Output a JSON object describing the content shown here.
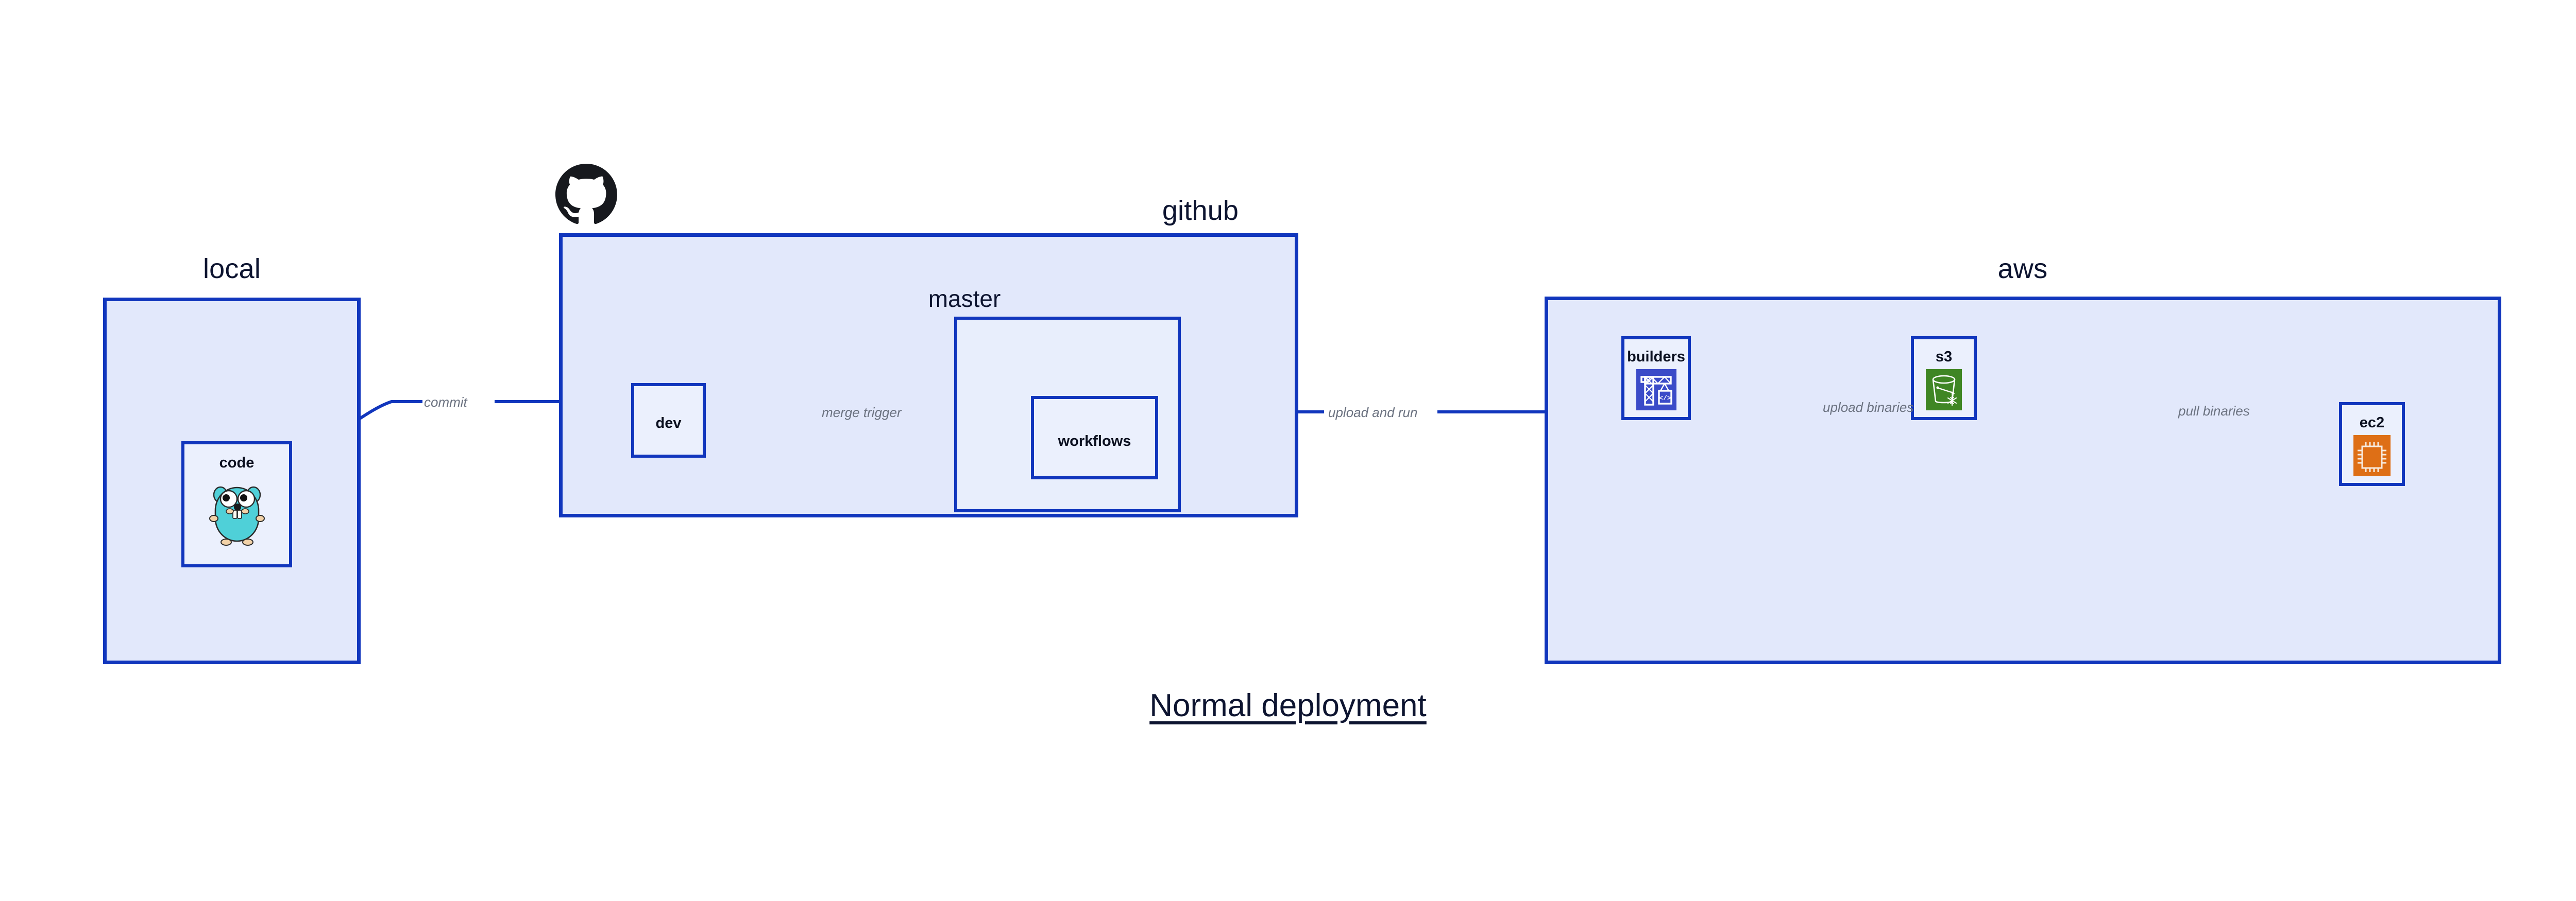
{
  "diagram": {
    "title": "Normal deployment",
    "background": "#ffffff",
    "accent_border": "#1136bd",
    "group_fill": "#e2e8fb",
    "node_fill": "#ebf0fd",
    "label_color": "#0d1430",
    "edge_label_color": "#6b7280"
  },
  "groups": [
    {
      "id": "local",
      "label": "local",
      "nodes": [
        {
          "id": "code",
          "label": "code",
          "icon": "go-gopher-icon"
        }
      ]
    },
    {
      "id": "github",
      "label": "github",
      "logo": "github-octocat-logo",
      "nodes": [
        {
          "id": "dev",
          "label": "dev",
          "icon": "none"
        }
      ],
      "subgroups": [
        {
          "id": "master",
          "label": "master",
          "nodes": [
            {
              "id": "workflows",
              "label": "workflows",
              "icon": "none"
            }
          ]
        }
      ]
    },
    {
      "id": "aws",
      "label": "aws",
      "nodes": [
        {
          "id": "builders",
          "label": "builders",
          "icon": "aws-codebuild-crane-icon",
          "icon_color": "#3b4bc8"
        },
        {
          "id": "s3",
          "label": "s3",
          "icon": "aws-s3-bucket-icon",
          "icon_color": "#3f8624"
        },
        {
          "id": "ec2",
          "label": "ec2",
          "icon": "aws-ec2-chip-icon",
          "icon_color": "#de6f16"
        }
      ]
    }
  ],
  "edges": [
    {
      "id": "commit",
      "label": "commit",
      "from": "code",
      "to": "dev"
    },
    {
      "id": "merge-trigger",
      "label": "merge trigger",
      "from": "dev",
      "to": "workflows"
    },
    {
      "id": "upload-and-run",
      "label": "upload and run",
      "from": "workflows",
      "to": "builders"
    },
    {
      "id": "upload-binaries",
      "label": "upload binaries",
      "from": "builders",
      "to": "s3"
    },
    {
      "id": "pull-binaries",
      "label": "pull binaries",
      "from": "s3",
      "to": "ec2"
    }
  ]
}
